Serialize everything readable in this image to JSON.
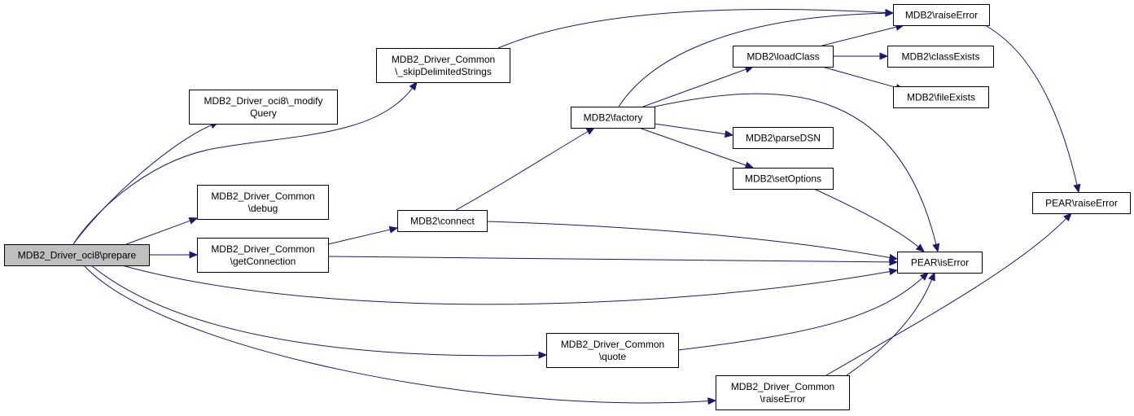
{
  "diagram": {
    "kind": "call-graph",
    "colors": {
      "edge": "#191970",
      "root_fill": "#bfbfbf",
      "node_fill": "#ffffff",
      "border": "#000000"
    },
    "nodes": [
      {
        "id": "prepare",
        "lines": [
          "MDB2_Driver_oci8\\prepare"
        ],
        "root": true
      },
      {
        "id": "modifyQuery",
        "lines": [
          "MDB2_Driver_oci8\\_modify",
          "Query"
        ]
      },
      {
        "id": "skipDelim",
        "lines": [
          "MDB2_Driver_Common",
          "\\_skipDelimitedStrings"
        ]
      },
      {
        "id": "debug",
        "lines": [
          "MDB2_Driver_Common",
          "\\debug"
        ]
      },
      {
        "id": "getConnection",
        "lines": [
          "MDB2_Driver_Common",
          "\\getConnection"
        ]
      },
      {
        "id": "connect",
        "lines": [
          "MDB2\\connect"
        ]
      },
      {
        "id": "factory",
        "lines": [
          "MDB2\\factory"
        ]
      },
      {
        "id": "loadClass",
        "lines": [
          "MDB2\\loadClass"
        ]
      },
      {
        "id": "mdb2RaiseError",
        "lines": [
          "MDB2\\raiseError"
        ]
      },
      {
        "id": "classExists",
        "lines": [
          "MDB2\\classExists"
        ]
      },
      {
        "id": "fileExists",
        "lines": [
          "MDB2\\fileExists"
        ]
      },
      {
        "id": "parseDSN",
        "lines": [
          "MDB2\\parseDSN"
        ]
      },
      {
        "id": "setOptions",
        "lines": [
          "MDB2\\setOptions"
        ]
      },
      {
        "id": "isError",
        "lines": [
          "PEAR\\isError"
        ]
      },
      {
        "id": "pearRaiseError",
        "lines": [
          "PEAR\\raiseError"
        ]
      },
      {
        "id": "quote",
        "lines": [
          "MDB2_Driver_Common",
          "\\quote"
        ]
      },
      {
        "id": "commonRaiseError",
        "lines": [
          "MDB2_Driver_Common",
          "\\raiseError"
        ]
      }
    ],
    "edges": [
      [
        "prepare",
        "modifyQuery"
      ],
      [
        "prepare",
        "skipDelim"
      ],
      [
        "prepare",
        "debug"
      ],
      [
        "prepare",
        "getConnection"
      ],
      [
        "prepare",
        "isError"
      ],
      [
        "prepare",
        "quote"
      ],
      [
        "prepare",
        "commonRaiseError"
      ],
      [
        "skipDelim",
        "mdb2RaiseError"
      ],
      [
        "getConnection",
        "connect"
      ],
      [
        "getConnection",
        "isError"
      ],
      [
        "connect",
        "factory"
      ],
      [
        "connect",
        "isError"
      ],
      [
        "factory",
        "mdb2RaiseError"
      ],
      [
        "factory",
        "loadClass"
      ],
      [
        "factory",
        "isError"
      ],
      [
        "factory",
        "parseDSN"
      ],
      [
        "factory",
        "setOptions"
      ],
      [
        "loadClass",
        "mdb2RaiseError"
      ],
      [
        "loadClass",
        "classExists"
      ],
      [
        "loadClass",
        "fileExists"
      ],
      [
        "setOptions",
        "isError"
      ],
      [
        "mdb2RaiseError",
        "pearRaiseError"
      ],
      [
        "quote",
        "isError"
      ],
      [
        "commonRaiseError",
        "isError"
      ],
      [
        "commonRaiseError",
        "pearRaiseError"
      ]
    ]
  }
}
